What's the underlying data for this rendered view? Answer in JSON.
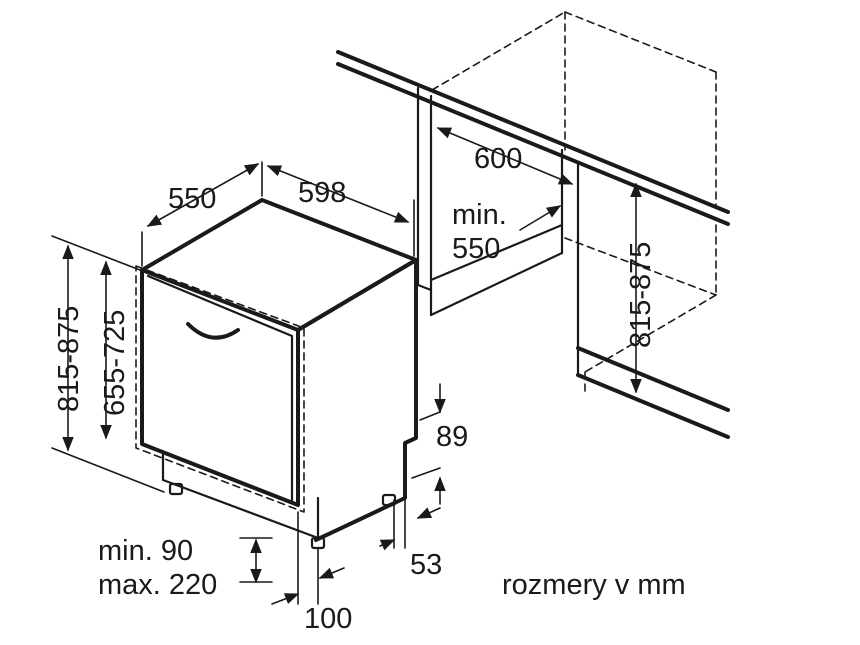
{
  "labels": {
    "depth": "550",
    "width": "598",
    "niche_width": "600",
    "niche_depth_line1": "min.",
    "niche_depth_line2": "550",
    "height_range": "815-875",
    "door_height": "655-725",
    "niche_height": "815-875",
    "plinth_height": "89",
    "plinth_depth": "53",
    "foot_min": "min. 90",
    "foot_max": "max. 220",
    "foot_offset": "100",
    "units": "rozmery v mm"
  }
}
